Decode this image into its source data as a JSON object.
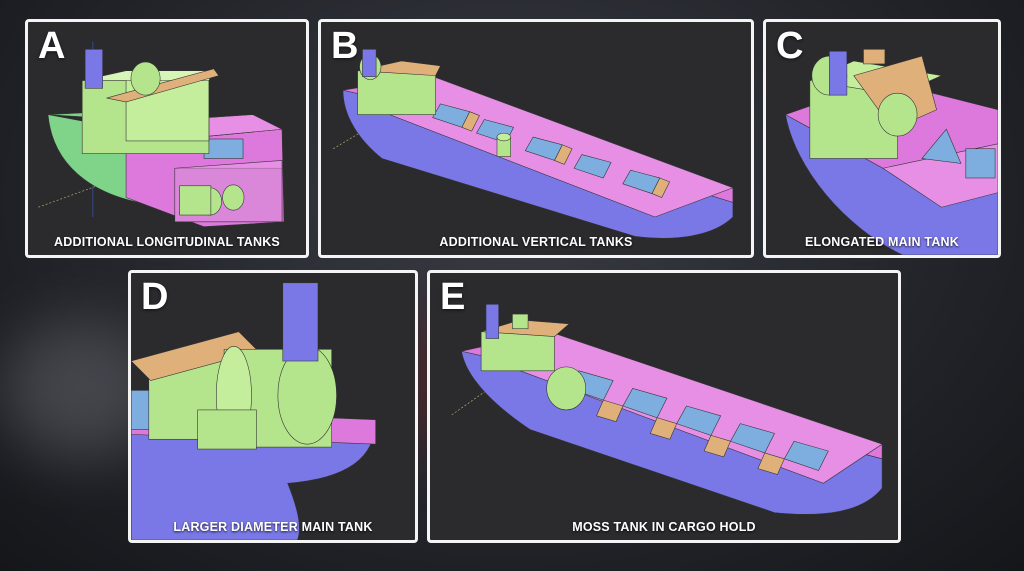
{
  "panels": [
    {
      "letter": "A",
      "caption": "ADDITIONAL LONGITUDINAL TANKS"
    },
    {
      "letter": "B",
      "caption": "ADDITIONAL VERTICAL TANKS"
    },
    {
      "letter": "C",
      "caption": "ELONGATED MAIN TANK"
    },
    {
      "letter": "D",
      "caption": "LARGER DIAMETER MAIN TANK"
    },
    {
      "letter": "E",
      "caption": "MOSS TANK IN CARGO HOLD"
    }
  ],
  "colors": {
    "hull": "#7a78e6",
    "deck": "#dd78dc",
    "tank": "#b4e58c",
    "hatch": "#e0b07a",
    "hold": "#7eaee0",
    "frame": "#f4f4f4",
    "panel_bg": "#2b2b2e"
  }
}
